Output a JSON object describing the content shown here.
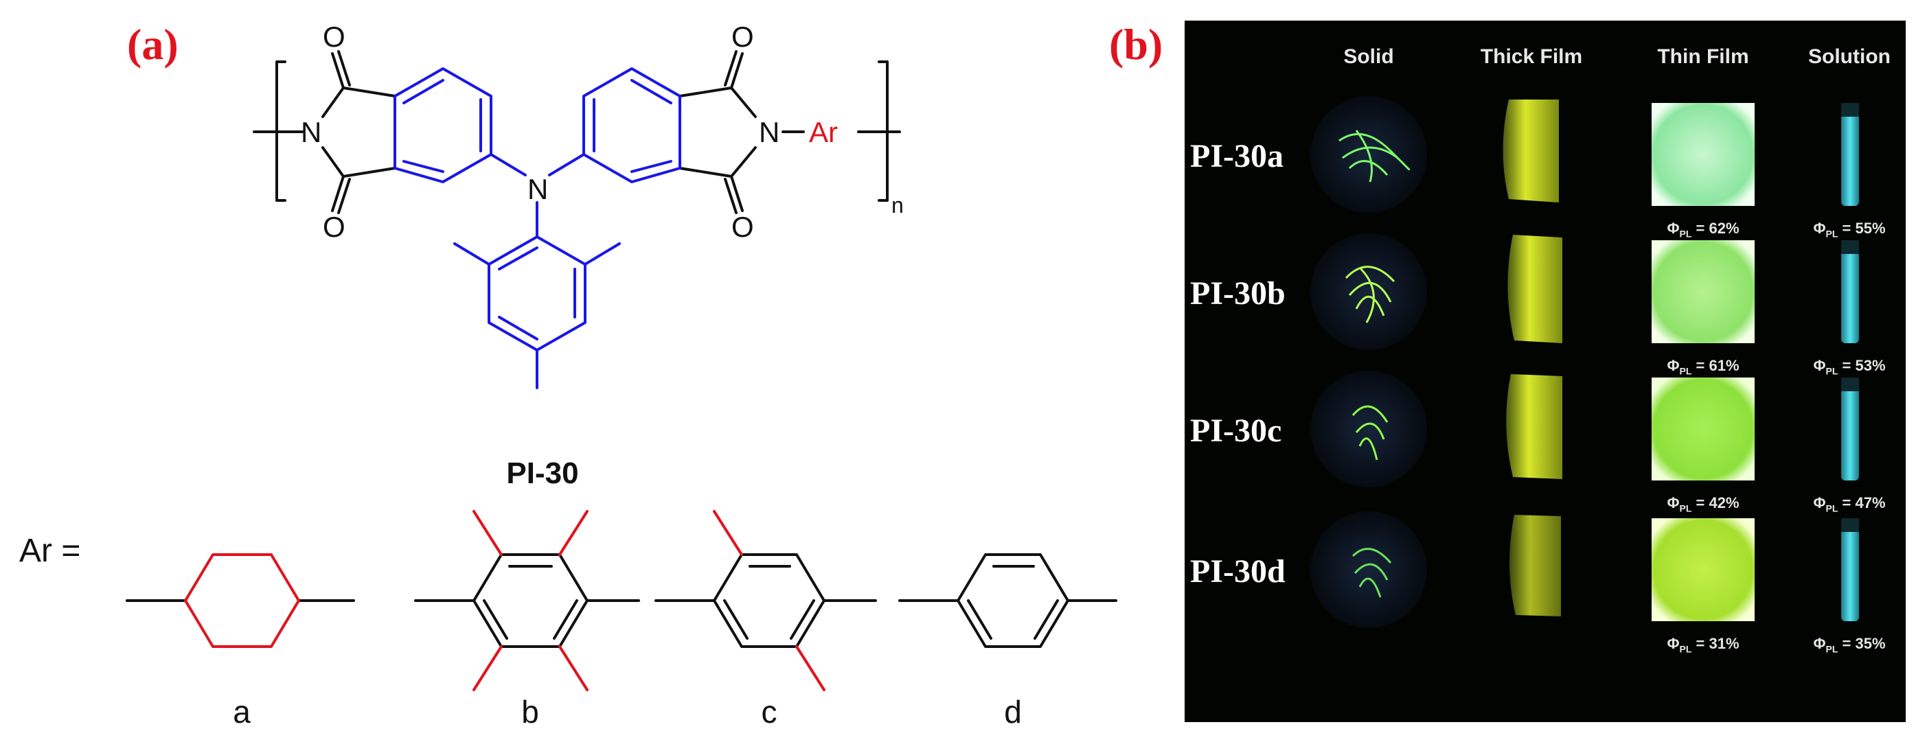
{
  "panel_a": {
    "label": "(a)",
    "polymer_name": "PI-30",
    "atoms": {
      "O": "O",
      "N": "N",
      "Ar": "Ar",
      "n": "n"
    },
    "ar_equals": "Ar =",
    "substituents": [
      "a",
      "b",
      "c",
      "d"
    ],
    "colors": {
      "red": "#e0141e",
      "blue": "#1a17e6",
      "black": "#111111"
    }
  },
  "panel_b": {
    "label": "(b)",
    "columns": [
      "Solid",
      "Thick Film",
      "Thin Film",
      "Solution"
    ],
    "rows": [
      {
        "name": "PI-30a",
        "thin_film_qy": "= 62%",
        "solution_qy": "= 55%"
      },
      {
        "name": "PI-30b",
        "thin_film_qy": "= 61%",
        "solution_qy": "= 53%"
      },
      {
        "name": "PI-30c",
        "thin_film_qy": "= 42%",
        "solution_qy": "= 47%"
      },
      {
        "name": "PI-30d",
        "thin_film_qy": "= 31%",
        "solution_qy": "= 35%"
      }
    ],
    "phi_symbol": "Φ",
    "phi_sub": "PL"
  }
}
